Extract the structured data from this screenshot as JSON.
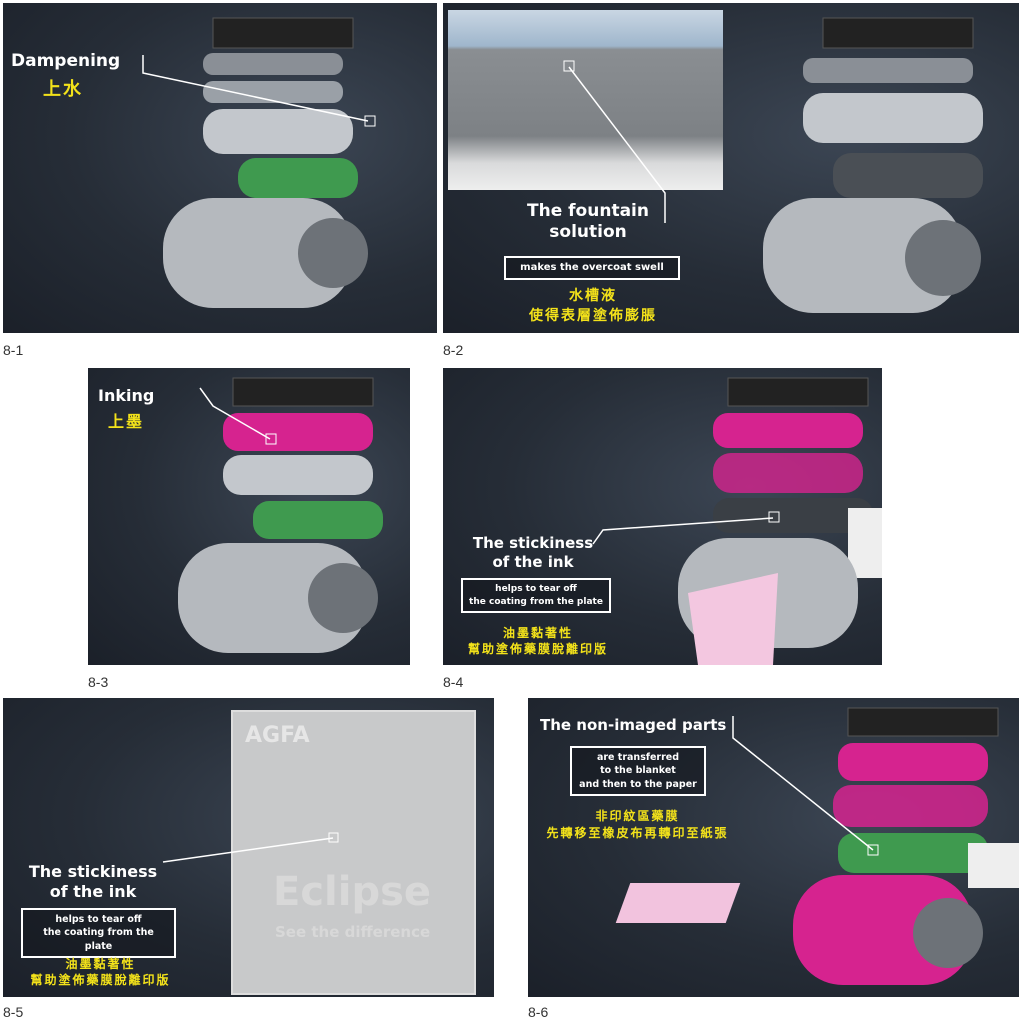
{
  "panels": [
    {
      "caption": "8-1",
      "title": "Dampening",
      "zh": "上水"
    },
    {
      "caption": "8-2",
      "title1": "The fountain",
      "title2": "solution",
      "box": "makes the overcoat swell",
      "zh1": "水槽液",
      "zh2": "使得表層塗佈膨脹"
    },
    {
      "caption": "8-3",
      "title": "Inking",
      "zh": "上墨"
    },
    {
      "caption": "8-4",
      "title1": "The stickiness",
      "title2": "of the ink",
      "box1": "helps to tear off",
      "box2": "the coating from the plate",
      "zh1": "油墨黏著性",
      "zh2": "幫助塗佈藥膜脫離印版"
    },
    {
      "caption": "8-5",
      "title1": "The stickiness",
      "title2": "of the ink",
      "box1": "helps to tear off",
      "box2": "the coating from the plate",
      "zh1": "油墨黏著性",
      "zh2": "幫助塗佈藥膜脫離印版",
      "plate_brand": "AGFA",
      "plate_product": "Eclipse",
      "plate_tagline": "See the difference"
    },
    {
      "caption": "8-6",
      "title": "The non-imaged parts",
      "box1": "are transferred",
      "box2": "to the blanket",
      "box3": "and then to the paper",
      "zh1": "非印紋區藥膜",
      "zh2": "先轉移至橡皮布再轉印至紙張"
    }
  ],
  "colors": {
    "ink": "#d6238f",
    "blanket": "#3f9a4f",
    "label": "#f3e21a"
  }
}
